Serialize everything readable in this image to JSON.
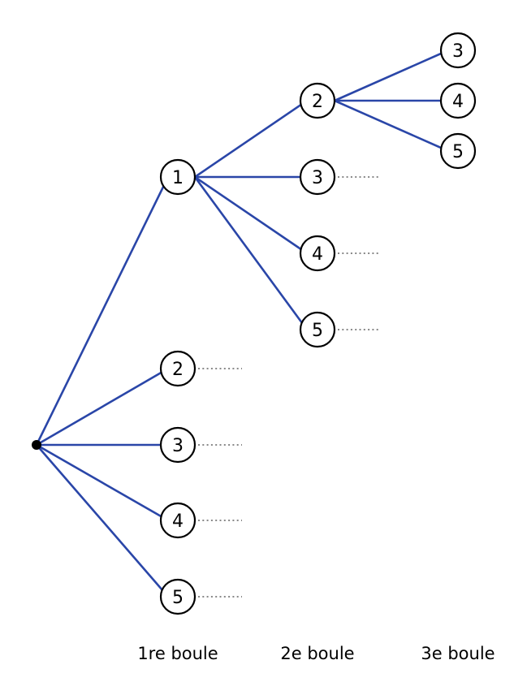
{
  "colors": {
    "edge": "#2a46a8",
    "dots": "#888888",
    "node_stroke": "#000000"
  },
  "levels": {
    "first": "1re boule",
    "second": "2e boule",
    "third": "3e boule"
  },
  "tree": {
    "level1": {
      "n1": "1",
      "n2": "2",
      "n3": "3",
      "n4": "4",
      "n5": "5"
    },
    "level2": {
      "n2": "2",
      "n3": "3",
      "n4": "4",
      "n5": "5"
    },
    "level3": {
      "n3": "3",
      "n4": "4",
      "n5": "5"
    }
  }
}
